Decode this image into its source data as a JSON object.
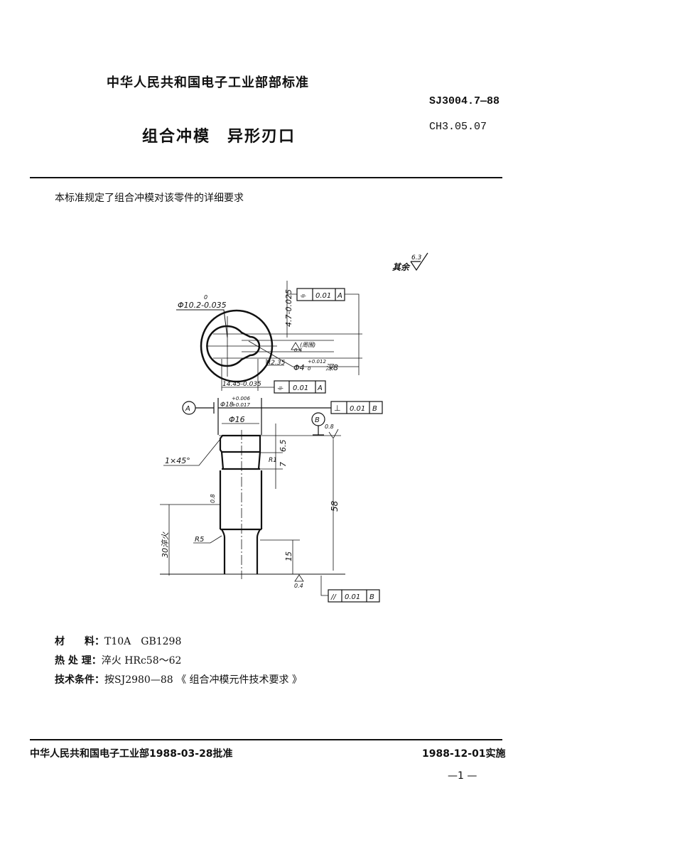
{
  "header": {
    "org_standard": "中华人民共和国电子工业部部标准",
    "code1": "SJ3004.7—88",
    "code2": "CH3.05.07",
    "title": "组合冲模　异形刃口"
  },
  "intro": "本标准规定了组合冲模对该零件的详细要求",
  "drawing": {
    "roughness_rest": "其余",
    "roughness_rest_value": "6.3",
    "dia_top": "Φ10.2-0.035",
    "dia_top_upper": "0",
    "dim_47": "4.7-0.025",
    "tol_frame1": [
      "⌯",
      "0.01",
      "A"
    ],
    "tol_frame2": [
      "⌯",
      "0.01",
      "A"
    ],
    "tol_frame3": [
      "⊥",
      "0.01",
      "B"
    ],
    "tol_frame4": [
      "//",
      "0.01",
      "B"
    ],
    "roughness_inner": "0.4",
    "roughness_inner_note": "(周围)",
    "r235": "R2.35",
    "hole": "Φ4",
    "hole_tol": "+0.012",
    "hole_tol_low": "0",
    "hole_depth": "深8",
    "dim_445": "14.45-0.035",
    "dia18": "Φ18",
    "dia18_tol_upper": "+0.006",
    "dia18_tol_lower": "+0.017",
    "datum_a": "A",
    "datum_b": "B",
    "dia16": "Φ16",
    "chamfer": "1×45°",
    "r1": "R1",
    "r5": "R5",
    "dim_65": "6.5",
    "dim_7": "7",
    "dim_58": "58",
    "dim_15": "15",
    "dim_30": "30淬火",
    "ra_top": "0.8",
    "ra_side": "0.8",
    "ra_bottom": "0.4"
  },
  "specs": [
    {
      "label": "材　　料：",
      "value": "T10A　GB1298"
    },
    {
      "label": "热 处 理：",
      "value": "淬火 HRc58～62"
    },
    {
      "label": "技术条件：",
      "value": "按SJ2980—88 《 组合冲模元件技术要求 》"
    }
  ],
  "footer": {
    "approval": "中华人民共和国电子工业部1988-03-28批准",
    "effective": "1988-12-01实施",
    "page": "—1 —"
  }
}
